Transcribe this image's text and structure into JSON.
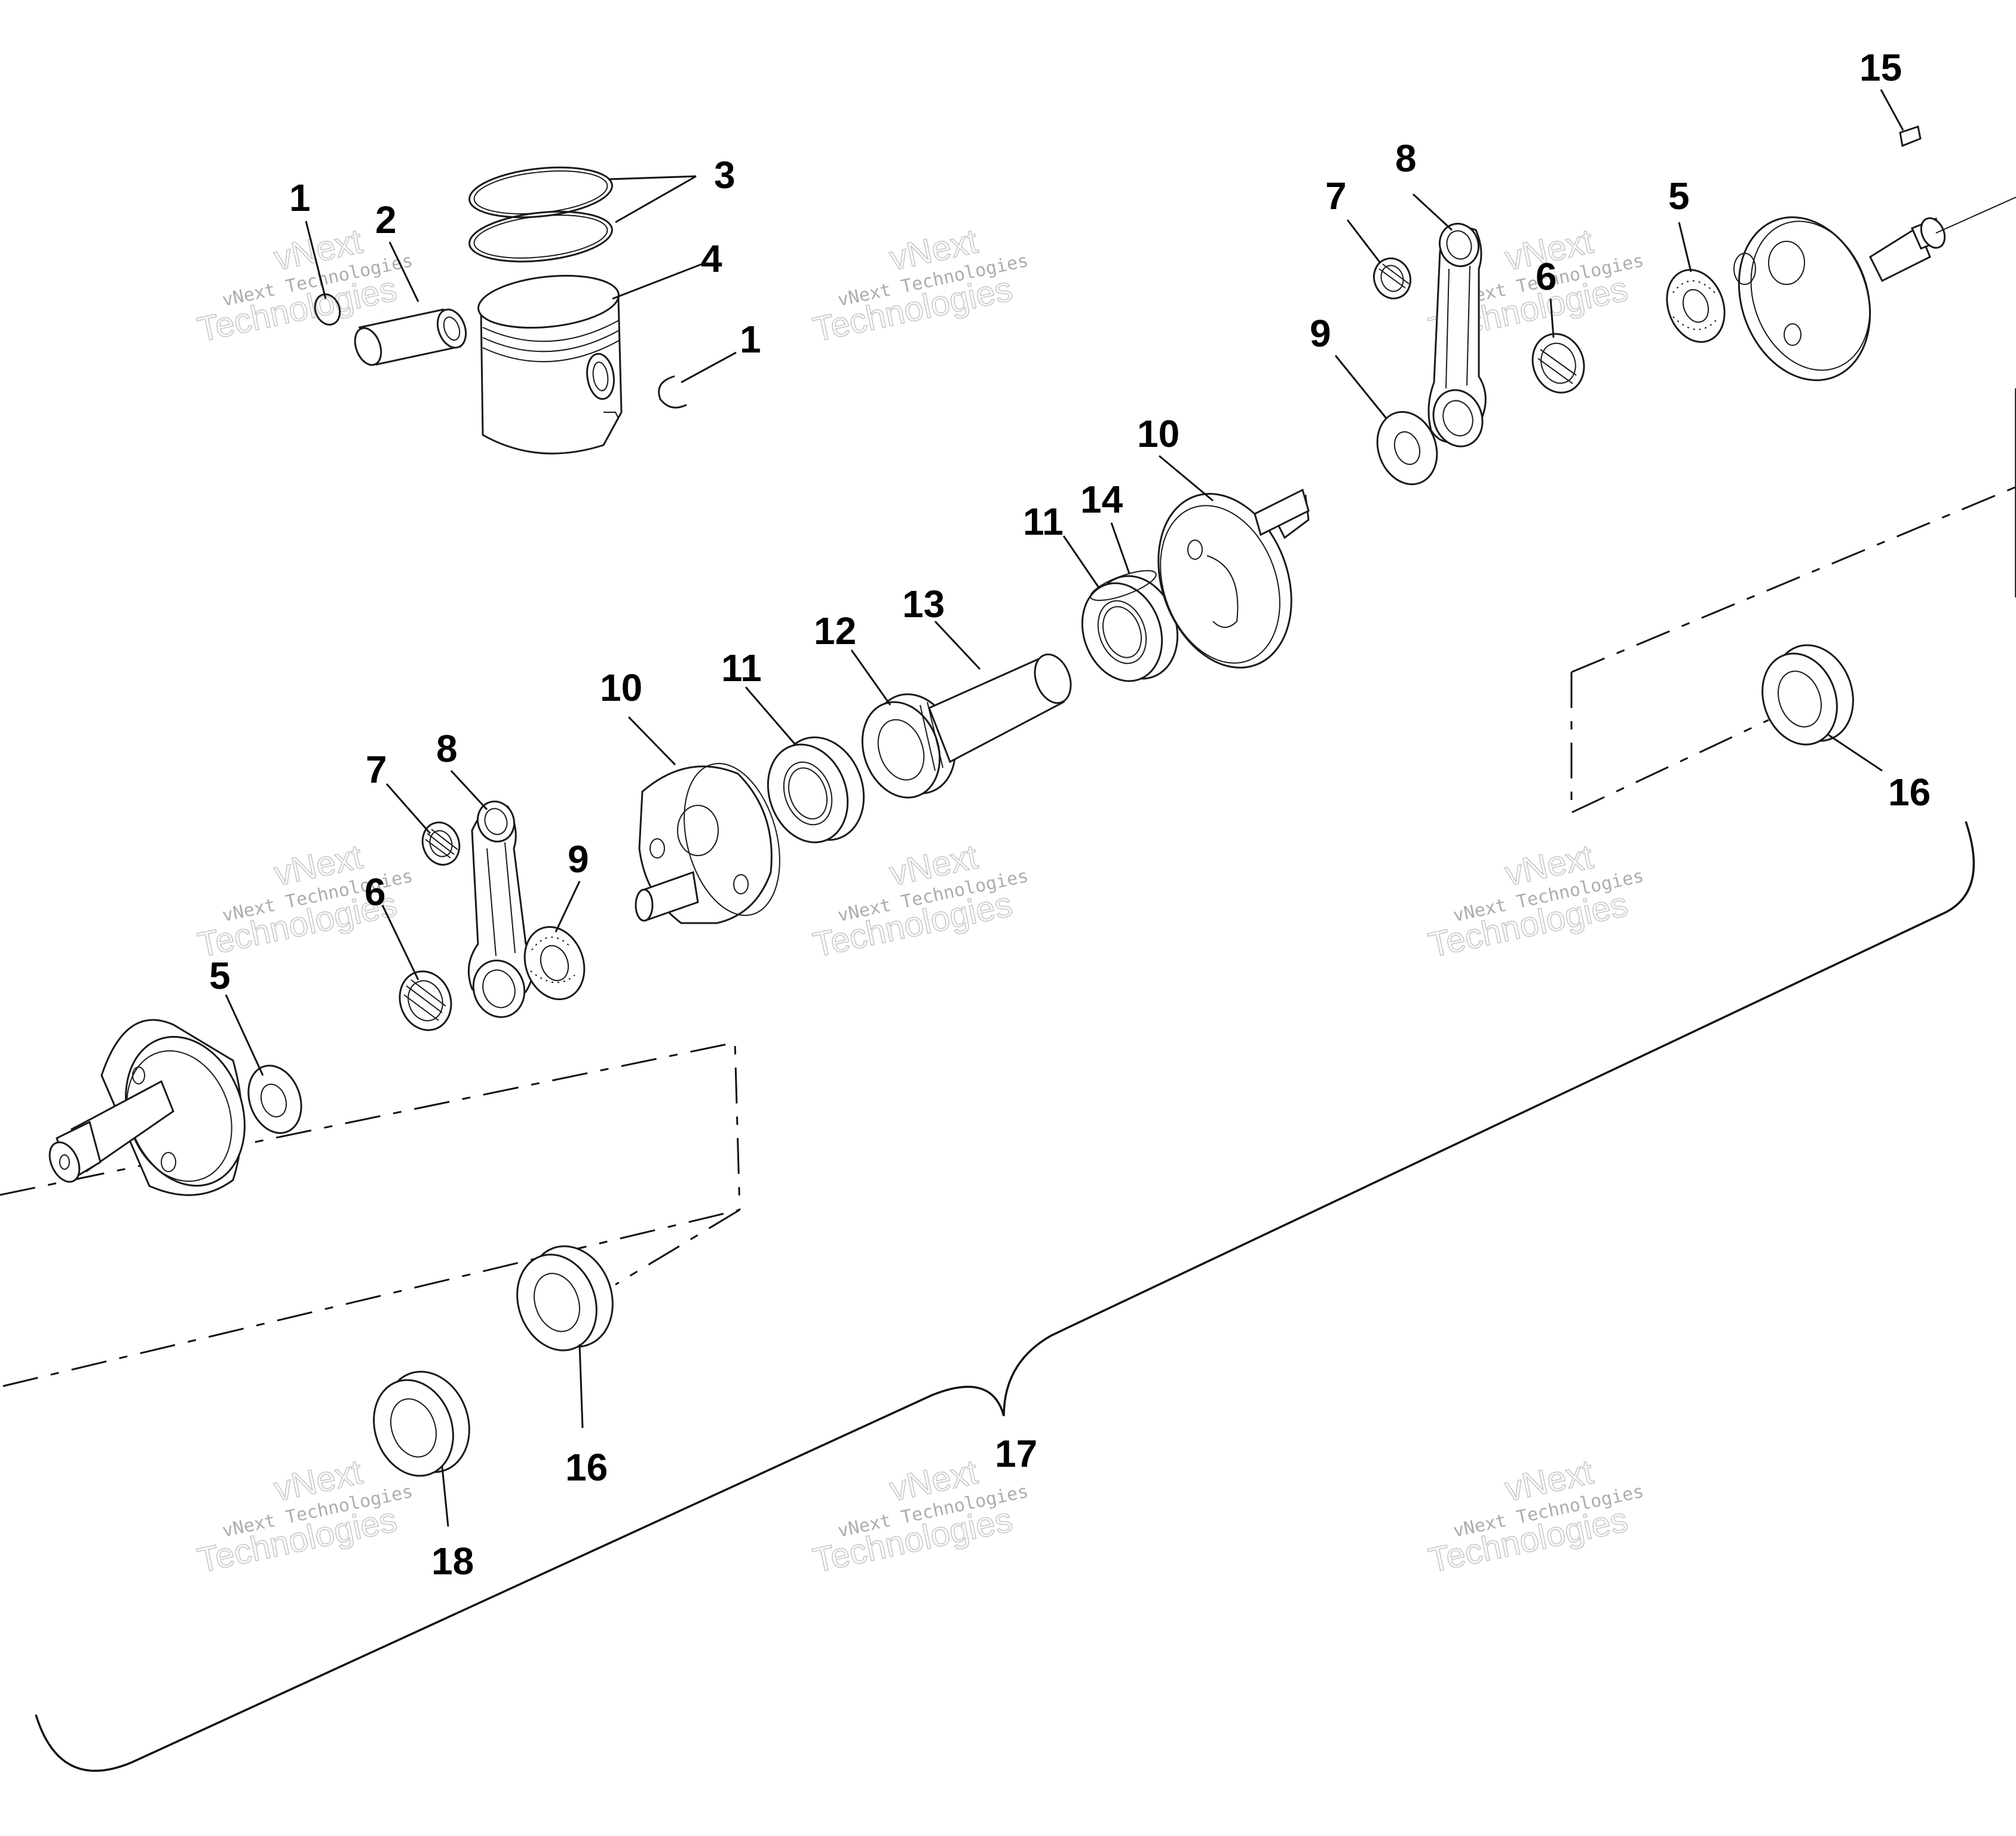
{
  "callouts": {
    "c1a": "1",
    "c1b": "1",
    "c2": "2",
    "c3": "3",
    "c4": "4",
    "c5a": "5",
    "c5b": "5",
    "c6a": "6",
    "c6b": "6",
    "c7a": "7",
    "c7b": "7",
    "c8a": "8",
    "c8b": "8",
    "c9a": "9",
    "c9b": "9",
    "c10a": "10",
    "c10b": "10",
    "c11a": "11",
    "c11b": "11",
    "c12": "12",
    "c13": "13",
    "c14": "14",
    "c15": "15",
    "c16a": "16",
    "c16b": "16",
    "c17": "17",
    "c18": "18"
  },
  "watermark": {
    "small": "vNext Technologies",
    "big1": "vNext",
    "big2": "Technologies"
  }
}
